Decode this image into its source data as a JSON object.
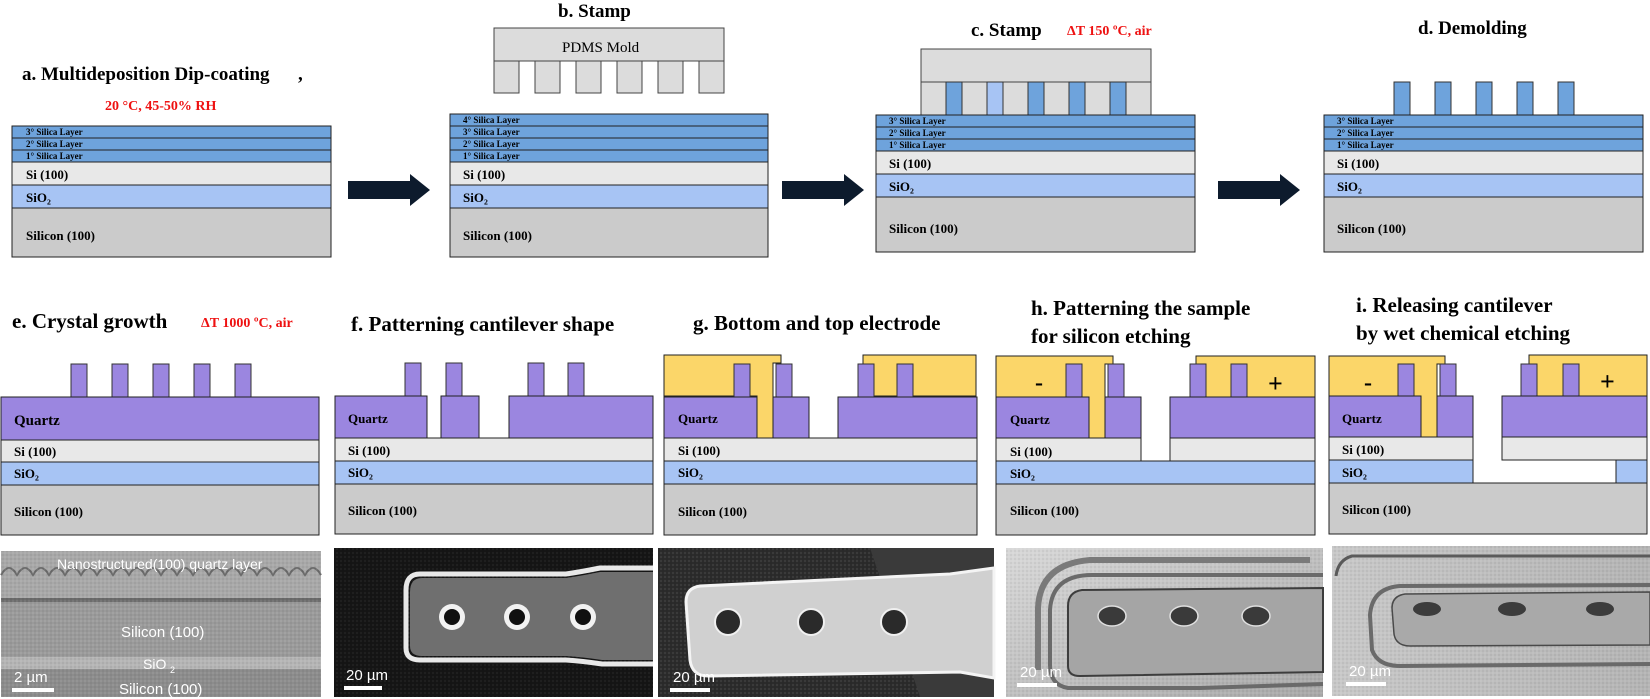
{
  "titles": {
    "a": "a. Multideposition Dip-coating",
    "a_comma": ",",
    "a_cond": "20 °C, 45-50% RH",
    "b": "b. Stamp",
    "c": "c. Stamp",
    "c_cond": "ΔT 150 ºC, air",
    "d": "d. Demolding",
    "e": "e. Crystal growth",
    "e_cond": "ΔT 1000 ºC, air",
    "f": "f. Patterning cantilever shape",
    "g": "g. Bottom and top electrode",
    "h_line1": "h. Patterning the sample",
    "h_line2": "for silicon etching",
    "i_line1": "i.     Releasing cantilever",
    "i_line2": "by wet chemical etching"
  },
  "layers": {
    "l1": "1° Silica Layer",
    "l2": "2° Silica Layer",
    "l3": "3° Silica Layer",
    "l4": "4° Silica Layer",
    "si100": "Si (100)",
    "sio2": "SiO₂",
    "silicon": "Silicon (100)",
    "quartz": "Quartz",
    "mold": "PDMS Mold",
    "minus": "-",
    "plus": "+"
  },
  "sem": {
    "e_quartz": "Nanostructured(100) quartz layer",
    "e_silicon": "Silicon (100)",
    "e_sio2": "SiO",
    "e_sio2_sub": "2",
    "e_silicon2": "Silicon (100)",
    "e_scale": "2 µm",
    "scale20": "20 µm"
  },
  "colors": {
    "silica": "#6ea3dc",
    "si100": "#e8e8e8",
    "sio2": "#a7c4f4",
    "silicon": "#cbcbcb",
    "quartz": "#9b86e0",
    "electrode": "#fbd669",
    "mold": "#dcdcdc",
    "arrow": "#0d1b2d",
    "condition": "#ee1111"
  }
}
